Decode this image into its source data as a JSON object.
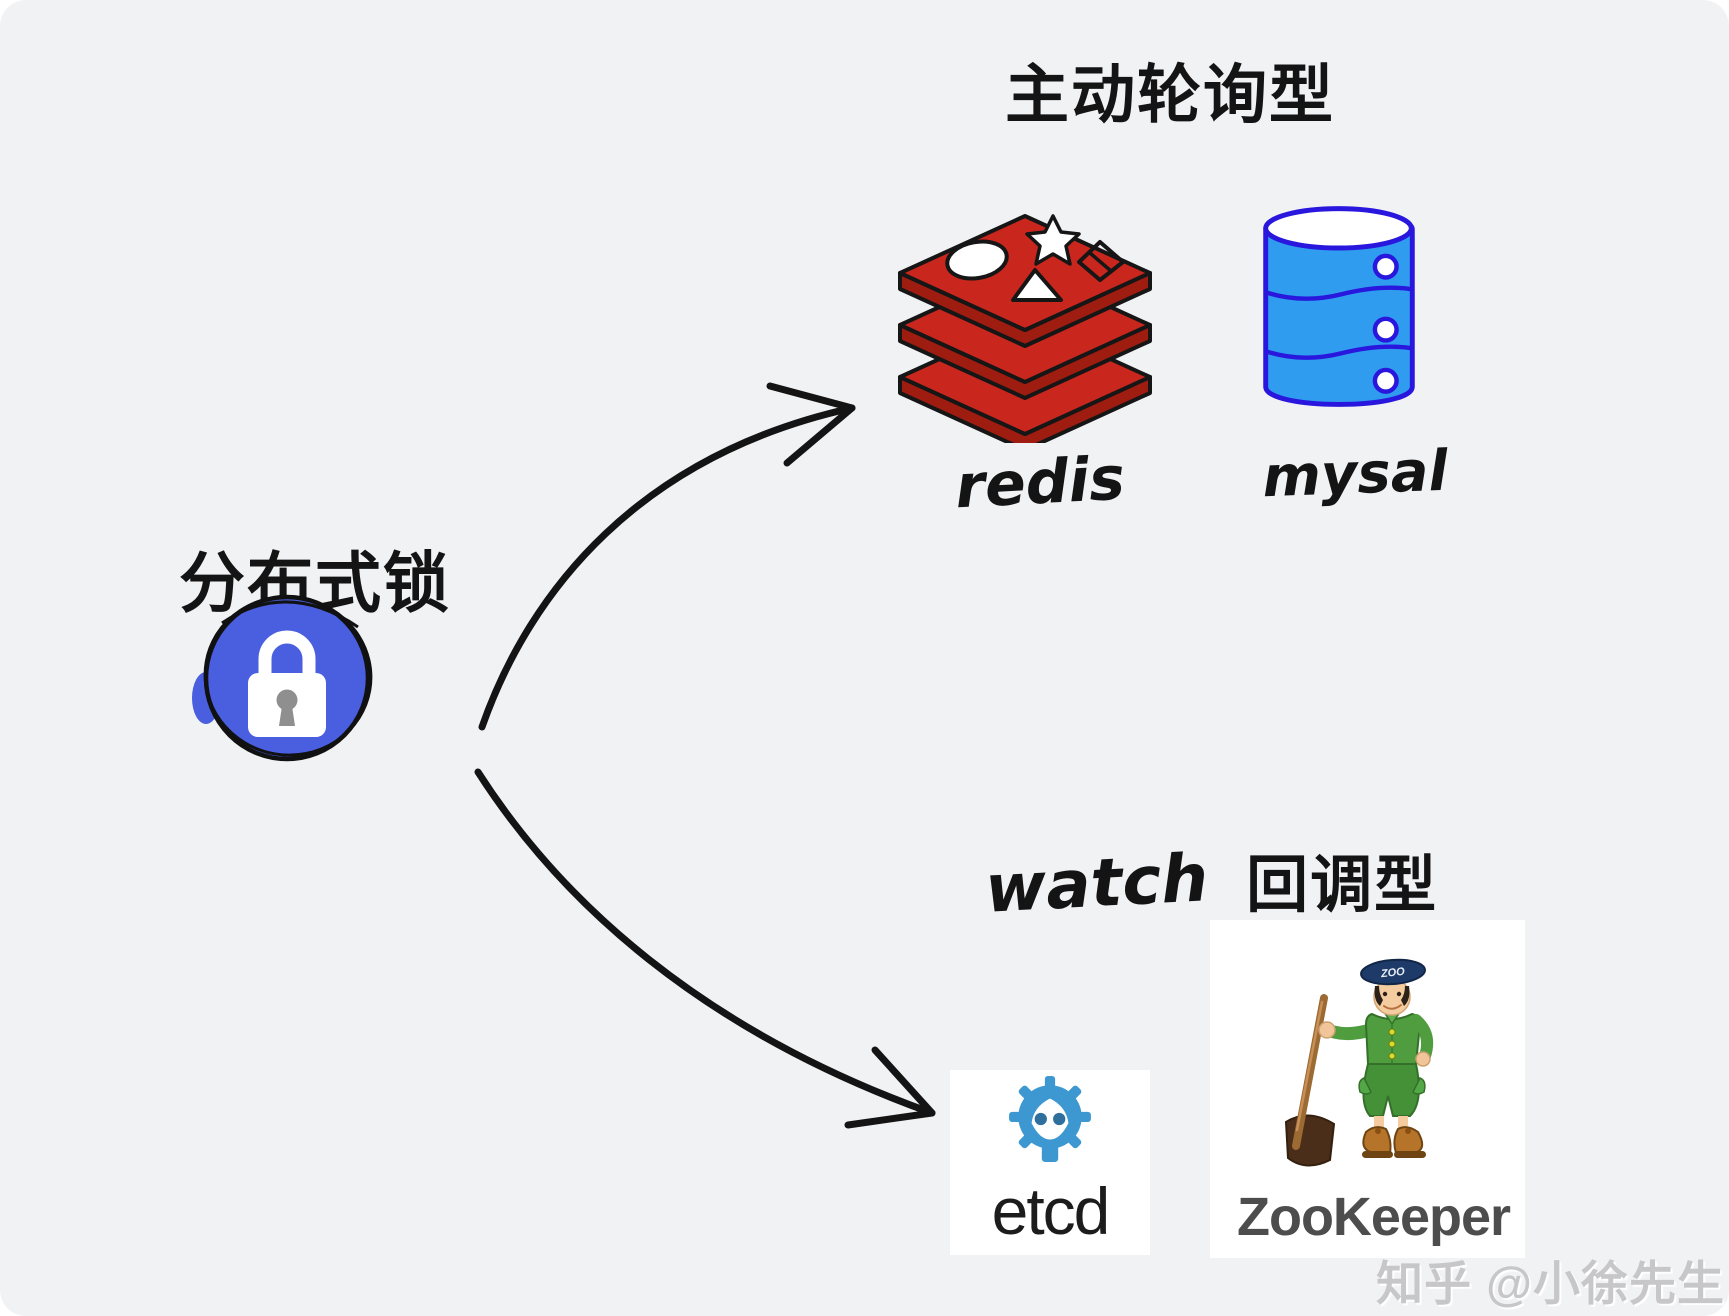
{
  "titles": {
    "polling": "主动轮询型",
    "watch": "watch",
    "callback": "回调型"
  },
  "lock": {
    "title": "分布式锁"
  },
  "nodes": {
    "redis": "redis",
    "mysql": "mysal",
    "etcd": "etcd",
    "zookeeper": "ZooKeeper",
    "zookeeper_cap": "ZOO"
  },
  "watermark": "知乎 @小徐先生",
  "colors": {
    "canvas-bg": "#f1f2f4",
    "ink": "#141414",
    "redis-red": "#c9271d",
    "redis-dark": "#9e1c10",
    "mysql-blue": "#2f9cf0",
    "mysql-ink": "#2a17dd",
    "lock-blue": "#4a5fe0",
    "etcd-blue": "#3d98d2",
    "zk-green": "#4f9d3f",
    "watermark-gray": "#c7c7ca"
  }
}
